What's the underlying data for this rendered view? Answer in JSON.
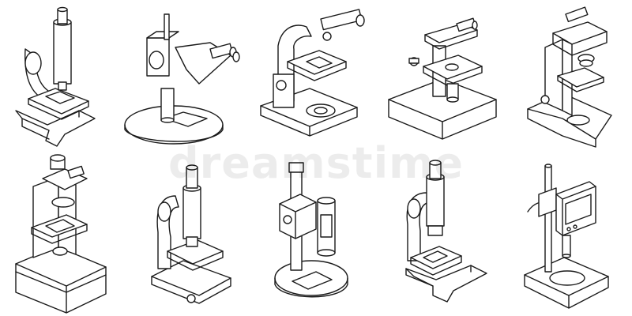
{
  "watermark": {
    "text": "dreamstime"
  },
  "illustration": {
    "style": "isometric outline",
    "stroke_color": "#1a1a1a",
    "background": "#ffffff",
    "icons": [
      {
        "id": "microscope-1"
      },
      {
        "id": "microscope-2"
      },
      {
        "id": "microscope-3"
      },
      {
        "id": "microscope-4"
      },
      {
        "id": "microscope-5"
      },
      {
        "id": "microscope-6"
      },
      {
        "id": "microscope-7"
      },
      {
        "id": "microscope-8"
      },
      {
        "id": "microscope-9"
      },
      {
        "id": "microscope-10"
      }
    ]
  }
}
